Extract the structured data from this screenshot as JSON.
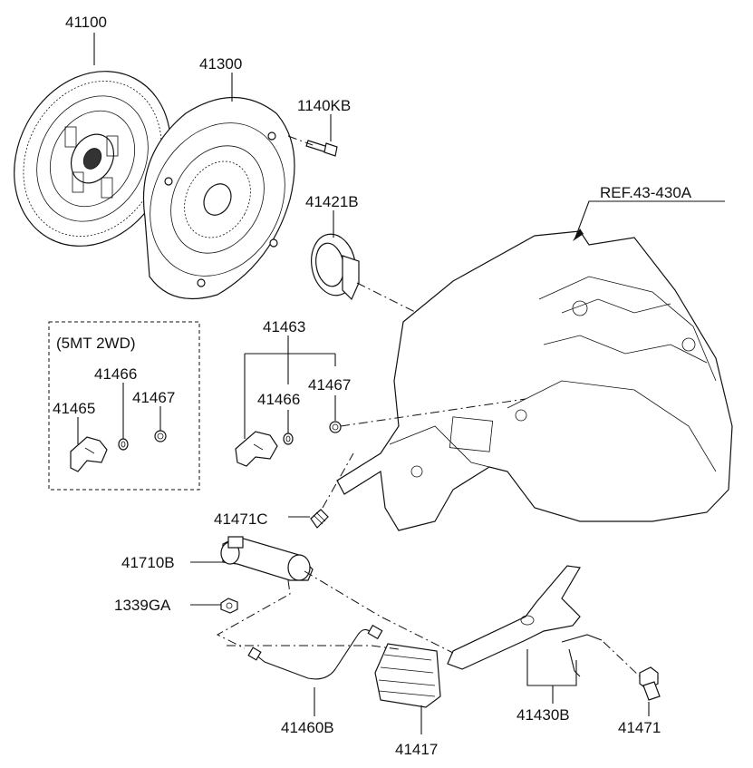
{
  "labels": {
    "p41100": "41100",
    "p41300": "41300",
    "p1140KB": "1140KB",
    "ref": "REF.43-430A",
    "p41421B": "41421B",
    "group_5mt": "(5MT 2WD)",
    "p41463": "41463",
    "p41466_a": "41466",
    "p41467_a": "41467",
    "p41465": "41465",
    "p41466_b": "41466",
    "p41467_b": "41467",
    "p41471C": "41471C",
    "p41710B": "41710B",
    "p1339GA": "1339GA",
    "p41460B": "41460B",
    "p41417": "41417",
    "p41430B": "41430B",
    "p41471": "41471"
  }
}
